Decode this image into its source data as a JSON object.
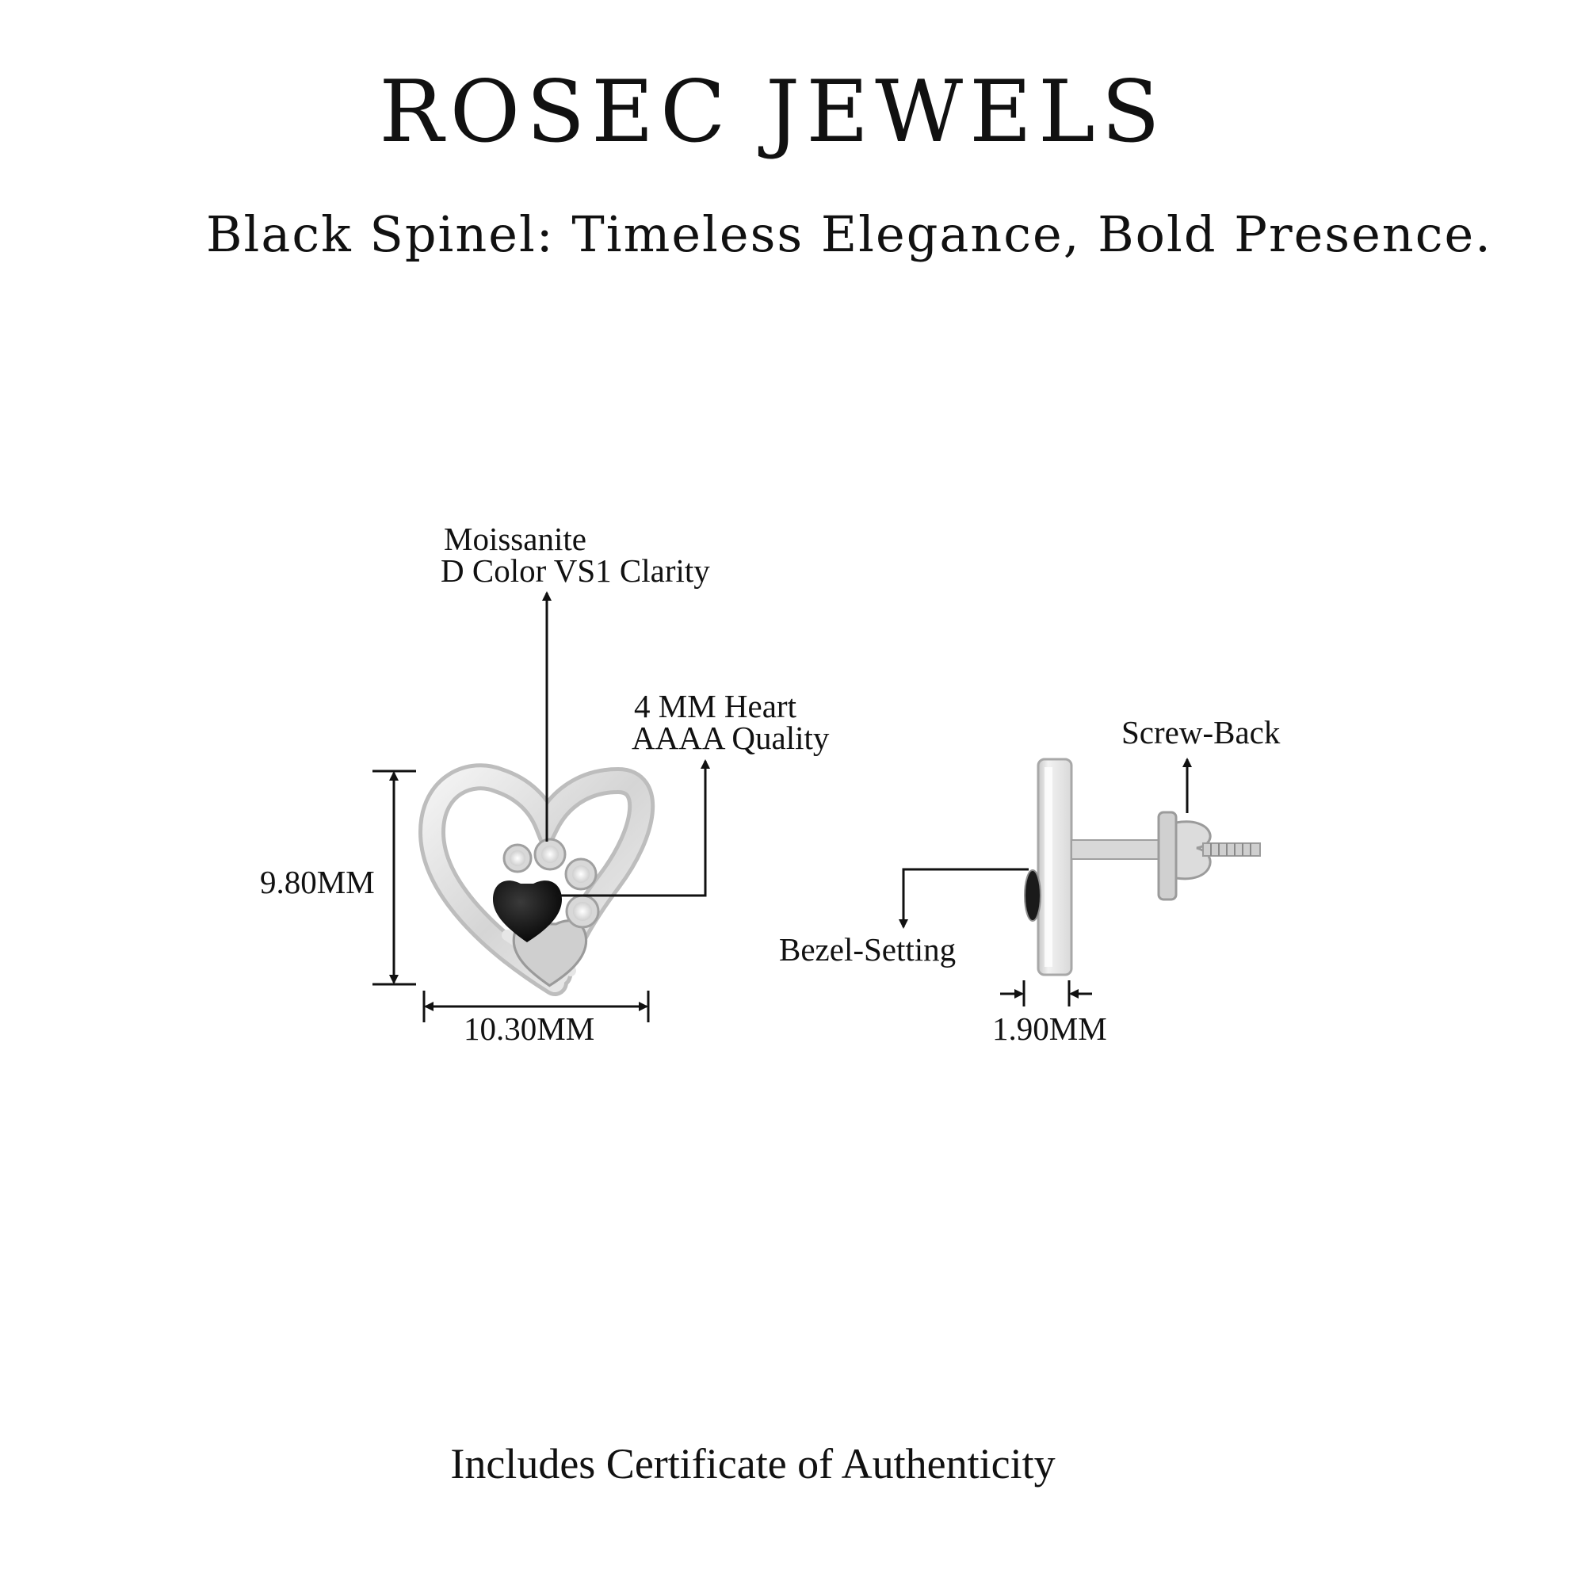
{
  "header": {
    "brand": "ROSEC JEWELS",
    "tagline": "Black Spinel: Timeless Elegance, Bold Presence."
  },
  "front_view": {
    "moissanite_line1": "Moissanite",
    "moissanite_line2": "D Color VS1 Clarity",
    "center_stone_line1": "4 MM Heart",
    "center_stone_line2": "AAAA Quality",
    "height_label": "9.80MM",
    "width_label": "10.30MM"
  },
  "side_view": {
    "screw_back_label": "Screw-Back",
    "bezel_label": "Bezel-Setting",
    "thickness_label": "1.90MM"
  },
  "footer": {
    "certificate": "Includes Certificate of Authenticity"
  },
  "colors": {
    "background": "#ffffff",
    "text": "#111111",
    "metal": "#e2e2e2",
    "metal_shadow": "#a9a9a9",
    "stone": "#0b0b0b"
  }
}
